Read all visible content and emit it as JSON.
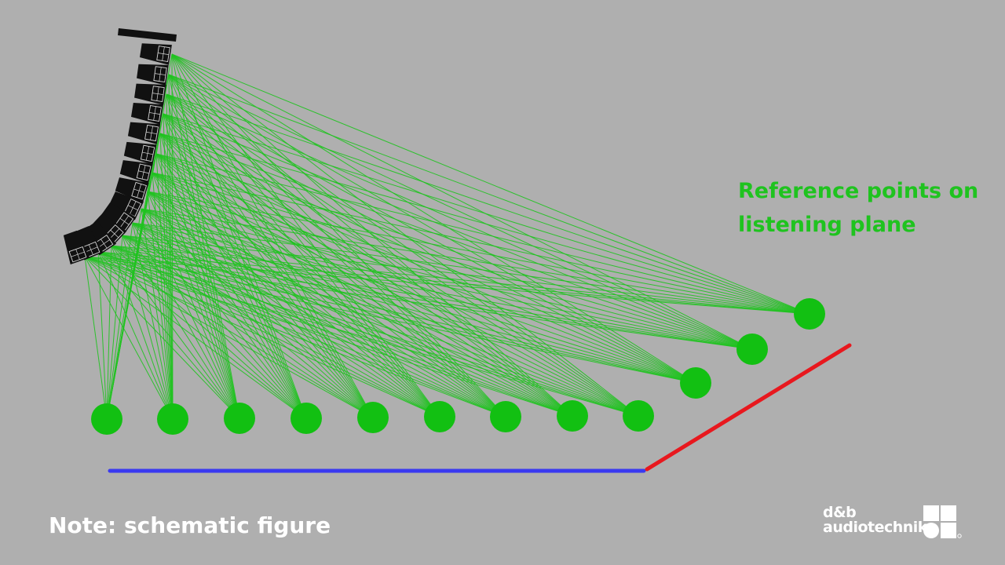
{
  "callout": {
    "line1": "Reference points on",
    "line2": "listening plane"
  },
  "note": "Note: schematic figure",
  "logo": {
    "line1": "d&b",
    "line2": "audiotechnik"
  },
  "colors": {
    "background": "#afafaf",
    "rays": "#1fc31f",
    "reference_points": "#12c012",
    "floor_plane": "#3a3af0",
    "balcony_plane": "#e8181e",
    "array_cabinet": "#111111"
  },
  "diagram": {
    "array_cabinet_count": 14,
    "reference_point_count": 12,
    "icons": [
      "line-array-cabinet-icon",
      "rigging-frame-icon",
      "dnb-logo-mark-icon"
    ]
  }
}
